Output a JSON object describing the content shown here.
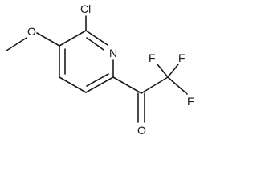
{
  "molecule": {
    "atoms": {
      "chlorine": "Cl",
      "nitrogen": "N",
      "methoxy_oxygen": "O",
      "carbonyl_oxygen": "O",
      "fluorine_top_left": "F",
      "fluorine_top_right": "F",
      "fluorine_right": "F"
    }
  }
}
